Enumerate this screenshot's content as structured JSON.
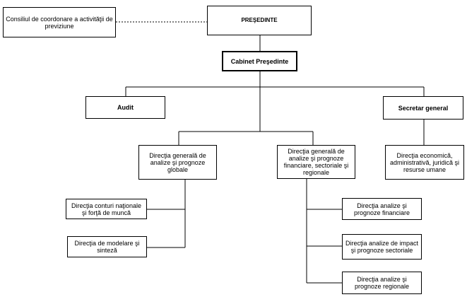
{
  "org_chart": {
    "council": "Consiliul de coordonare a activităţii de previziune",
    "president": "PREŞEDINTE",
    "cabinet": "Cabinet Preşedinte",
    "audit": "Audit",
    "secretary": "Secretar general",
    "dir_global": "Direcţia generală de analize şi prognoze globale",
    "dir_financial": "Direcţia generală de analize şi prognoze financiare, sectoriale şi regionale",
    "dir_economic": "Direcţia economică, administrativă, juridică şi resurse umane",
    "dir_accounts": "Direcţia conturi naţionale şi forţă de muncă",
    "dir_modelling": "Direcţia de modelare şi sinteză",
    "dir_fin_analysis": "Direcţia analize şi prognoze financiare",
    "dir_impact": "Direcţia analize de impact şi prognoze sectoriale",
    "dir_regional": "Direcţia analize şi prognoze regionale"
  }
}
